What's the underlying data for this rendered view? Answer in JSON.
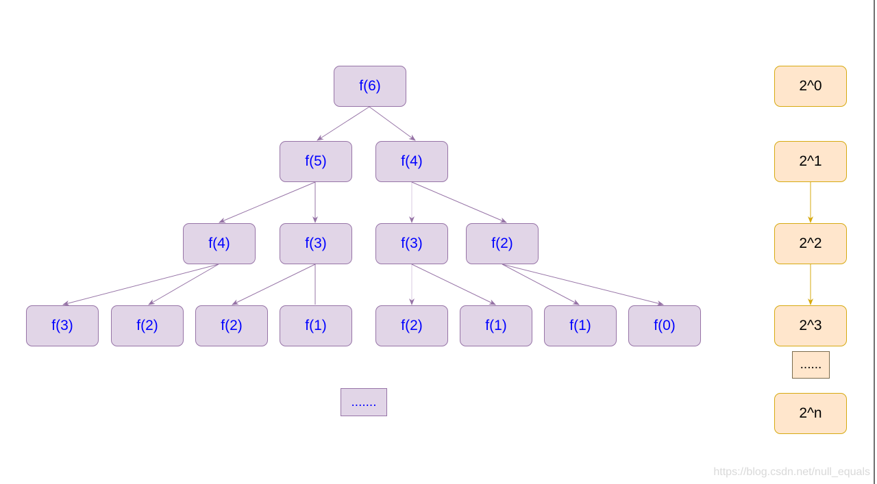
{
  "tree": {
    "root": "f(6)",
    "level1": [
      "f(5)",
      "f(4)"
    ],
    "level2": [
      "f(4)",
      "f(3)",
      "f(3)",
      "f(2)"
    ],
    "level3": [
      "f(3)",
      "f(2)",
      "f(2)",
      "f(1)",
      "f(2)",
      "f(1)",
      "f(1)",
      "f(0)"
    ],
    "more": "......."
  },
  "powers": {
    "items": [
      "2^0",
      "2^1",
      "2^2",
      "2^3"
    ],
    "more": "......",
    "last": "2^n"
  },
  "watermark": "https://blog.csdn.net/null_equals",
  "colors": {
    "tree_fill": "#e1d5e7",
    "tree_stroke": "#9673a6",
    "tree_text": "#0000ff",
    "pow_fill": "#ffe6cc",
    "pow_stroke": "#d6a90f"
  }
}
